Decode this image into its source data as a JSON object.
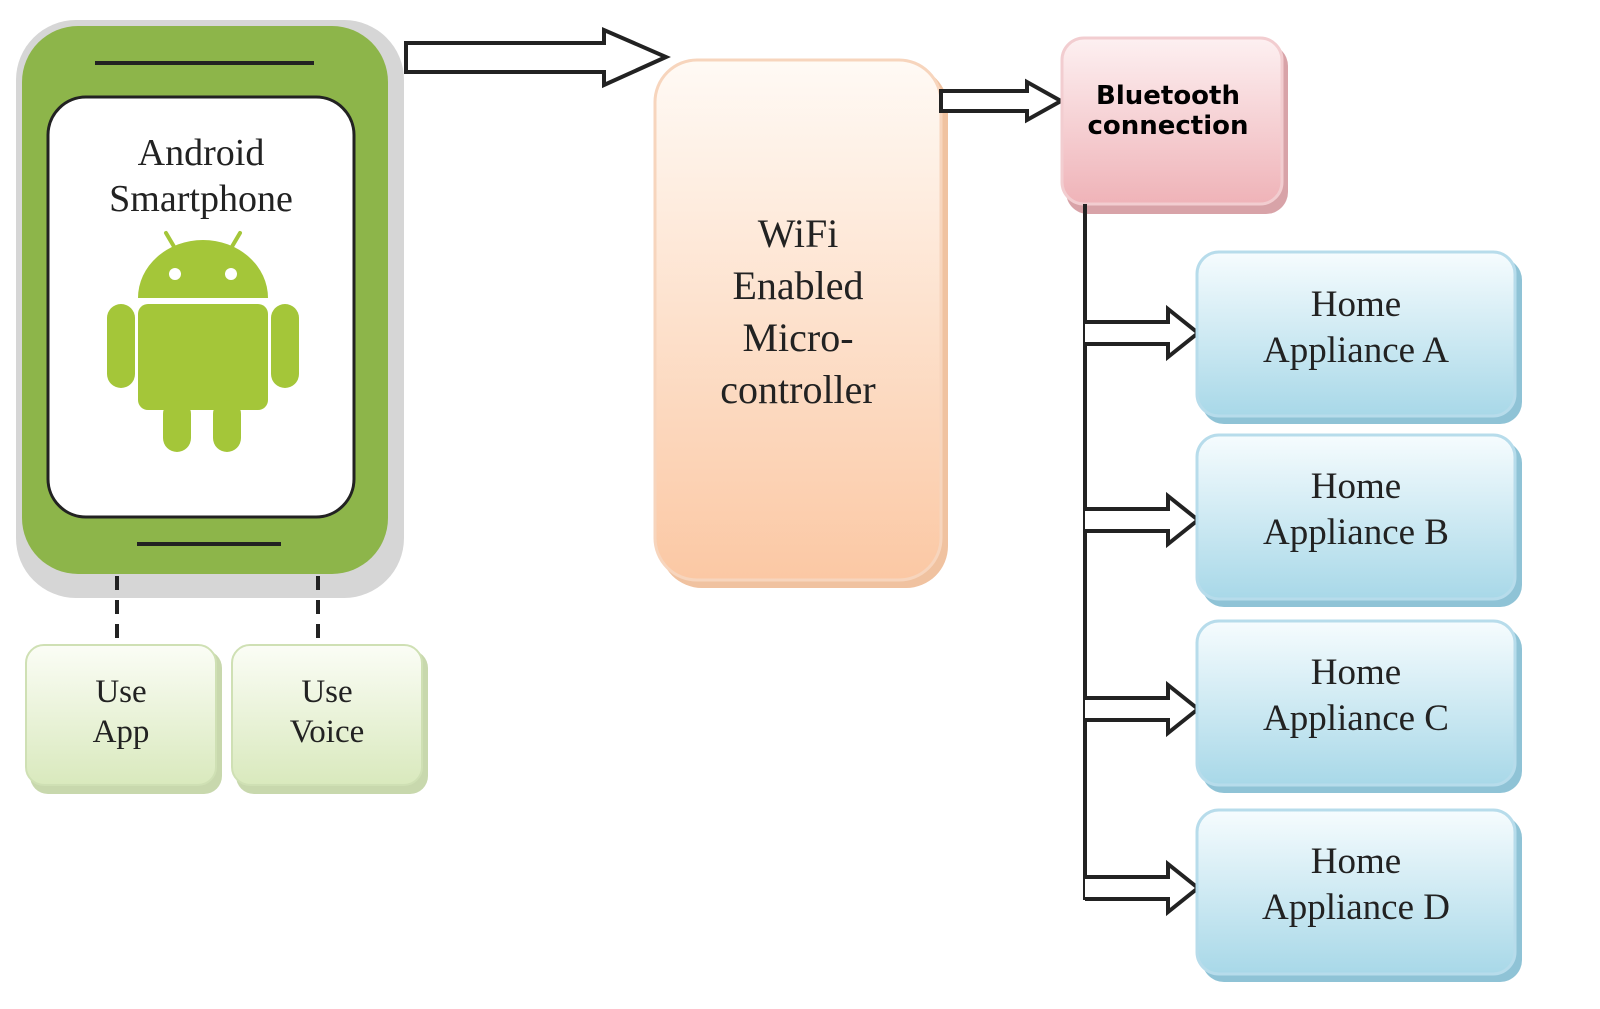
{
  "nodes": {
    "phone": {
      "label": "Android\nSmartphone"
    },
    "use_app": {
      "label": "Use\nApp"
    },
    "use_voice": {
      "label": "Use\nVoice"
    },
    "microcontroller": {
      "label": "WiFi\nEnabled\nMicro-\ncontroller"
    },
    "bluetooth": {
      "label": "Bluetooth\nconnection"
    },
    "appliance_a": {
      "label": "Home\nAppliance A"
    },
    "appliance_b": {
      "label": "Home\nAppliance B"
    },
    "appliance_c": {
      "label": "Home\nAppliance C"
    },
    "appliance_d": {
      "label": "Home\nAppliance D"
    }
  },
  "icons": {
    "phone_logo": "android-robot-icon"
  },
  "colors": {
    "phone_body": "#8db54a",
    "phone_screen": "#ffffff",
    "android_green": "#a4c639",
    "input_box": "#e8f1d6",
    "microcontroller": "#fcd3b6",
    "bluetooth": "#f3c4c8",
    "appliance": "#bfe3ef"
  },
  "edges": [
    {
      "from": "phone",
      "to": "microcontroller",
      "style": "hollow-arrow"
    },
    {
      "from": "microcontroller",
      "to": "bluetooth",
      "style": "hollow-arrow"
    },
    {
      "from": "bluetooth",
      "to": "appliance_a",
      "style": "hollow-arrow"
    },
    {
      "from": "bluetooth",
      "to": "appliance_b",
      "style": "hollow-arrow"
    },
    {
      "from": "bluetooth",
      "to": "appliance_c",
      "style": "hollow-arrow"
    },
    {
      "from": "bluetooth",
      "to": "appliance_d",
      "style": "hollow-arrow"
    },
    {
      "from": "phone",
      "to": "use_app",
      "style": "dashed"
    },
    {
      "from": "phone",
      "to": "use_voice",
      "style": "dashed"
    }
  ]
}
